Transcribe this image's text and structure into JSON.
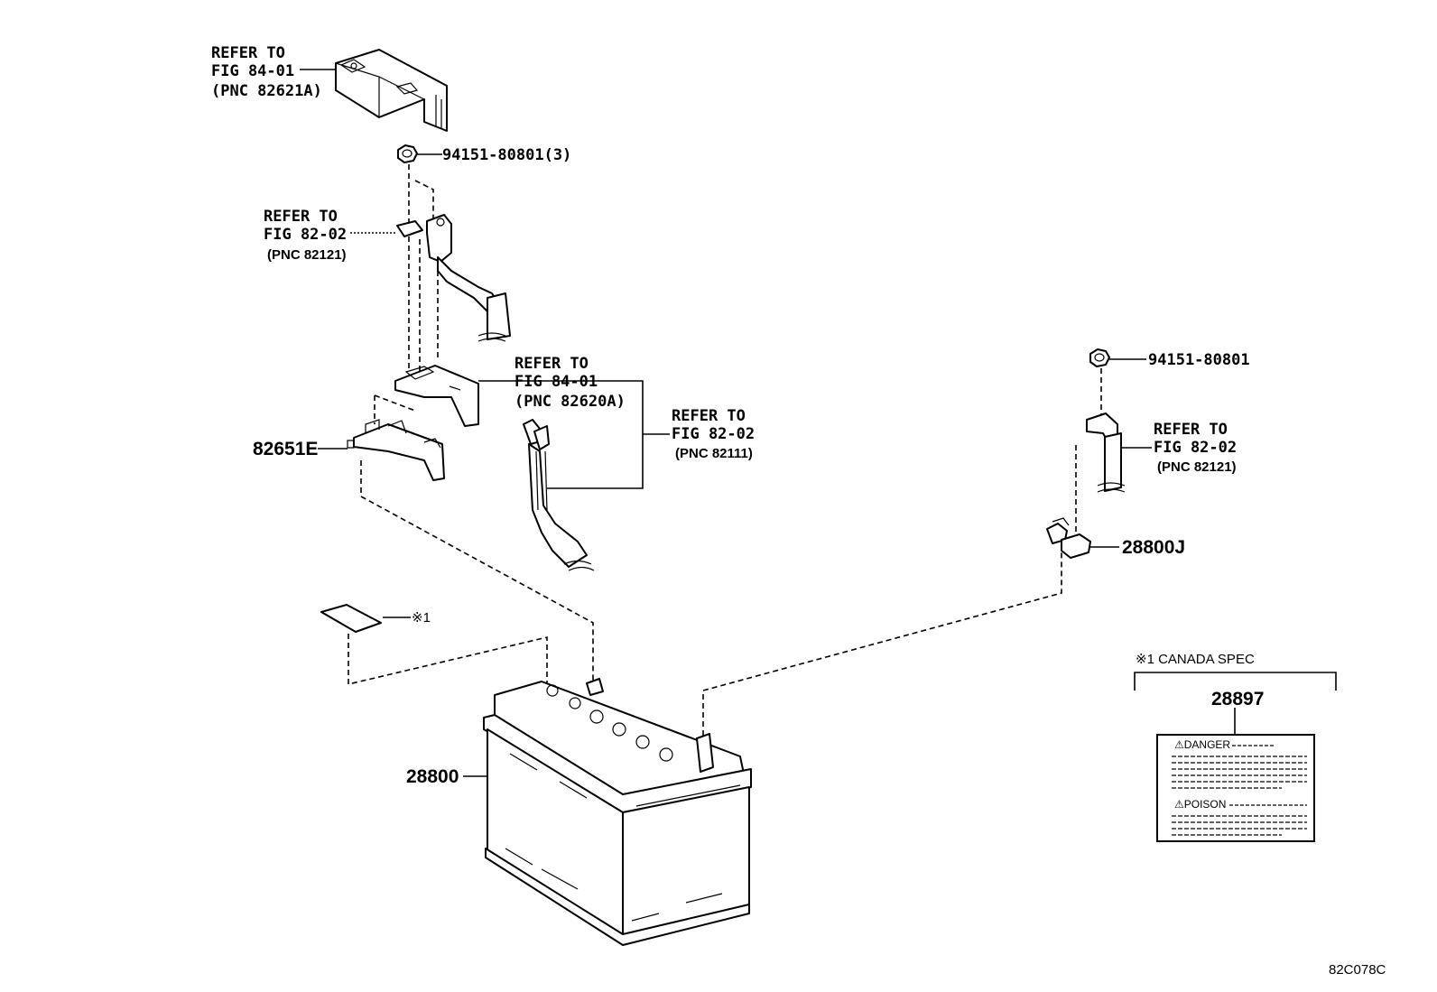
{
  "callouts": {
    "cover_ref": [
      "REFER TO",
      "FIG 84-01",
      "(PNC 82621A)"
    ],
    "nut_top": "94151-80801(3)",
    "neg_cable_ref": [
      "REFER TO",
      "FIG 82-02",
      "(PNC 82121)"
    ],
    "clamp_ref": [
      "REFER TO",
      "FIG 84-01",
      "(PNC 82620A)"
    ],
    "pos_cable_ref": [
      "REFER TO",
      "FIG 82-02",
      "(PNC 82111)"
    ],
    "terminal_block": "82651E",
    "nut_right": "94151-80801",
    "right_cable_ref": [
      "REFER TO",
      "FIG 82-02",
      "(PNC 82121)"
    ],
    "sensor": "28800J",
    "note_label": "※1",
    "battery": "28800"
  },
  "canada_box": {
    "title": "※1 CANADA SPEC",
    "part": "28897",
    "danger": "⚠DANGER",
    "poison": "⚠POISON"
  },
  "figure_id": "82C078C"
}
